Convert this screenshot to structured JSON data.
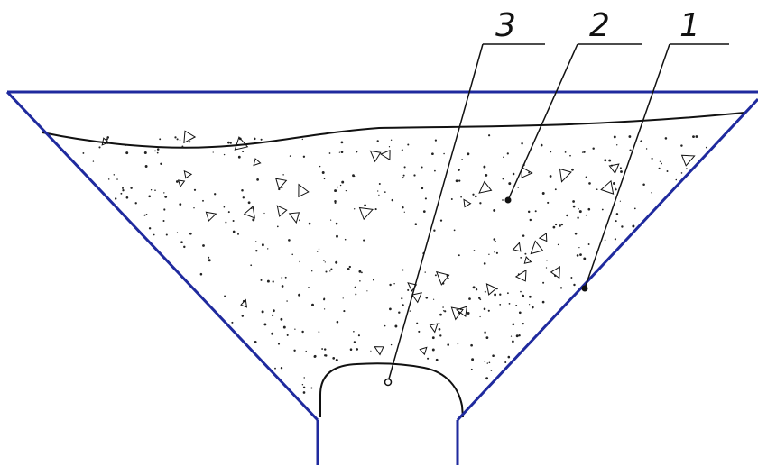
{
  "diagram": {
    "callouts": [
      {
        "id": "1",
        "label": "1",
        "target": "bunker-wall"
      },
      {
        "id": "2",
        "label": "2",
        "target": "bulk-material"
      },
      {
        "id": "3",
        "label": "3",
        "target": "outlet-arch"
      }
    ],
    "colors": {
      "bunker_outline": "#1f2a9e",
      "line": "#111111",
      "fill_dots": "#222222",
      "background": "#ffffff"
    }
  }
}
